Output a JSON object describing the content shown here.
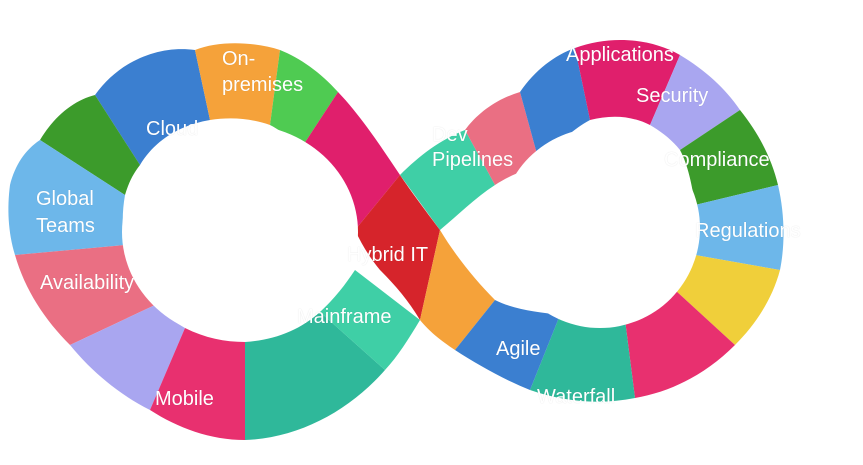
{
  "labels": {
    "on_premises_1": "On-",
    "on_premises_2": "premises",
    "cloud": "Cloud",
    "global_teams_1": "Global",
    "global_teams_2": "Teams",
    "availability": "Availability",
    "mobile": "Mobile",
    "mainframe": "Mainframe",
    "hybrid_it": "Hybrid IT",
    "dev_pipelines_1": "Dev",
    "dev_pipelines_2": "Pipelines",
    "applications": "Applications",
    "security": "Security",
    "compliance": "Compliance",
    "regulations": "Regulations",
    "agile": "Agile",
    "waterfall": "Waterfall"
  },
  "colors": {
    "blue": "#3b7fd0",
    "light_blue": "#6db7ea",
    "orange": "#f5a23a",
    "green": "#4fcb52",
    "dark_green": "#3c9b2b",
    "pink": "#e8306f",
    "rose": "#ea6f83",
    "lavender": "#a9a6f0",
    "teal": "#2fb89a",
    "mint": "#3fcfa6",
    "red": "#d6242b",
    "yellow": "#f0cf3a",
    "magenta": "#e01f6c"
  }
}
